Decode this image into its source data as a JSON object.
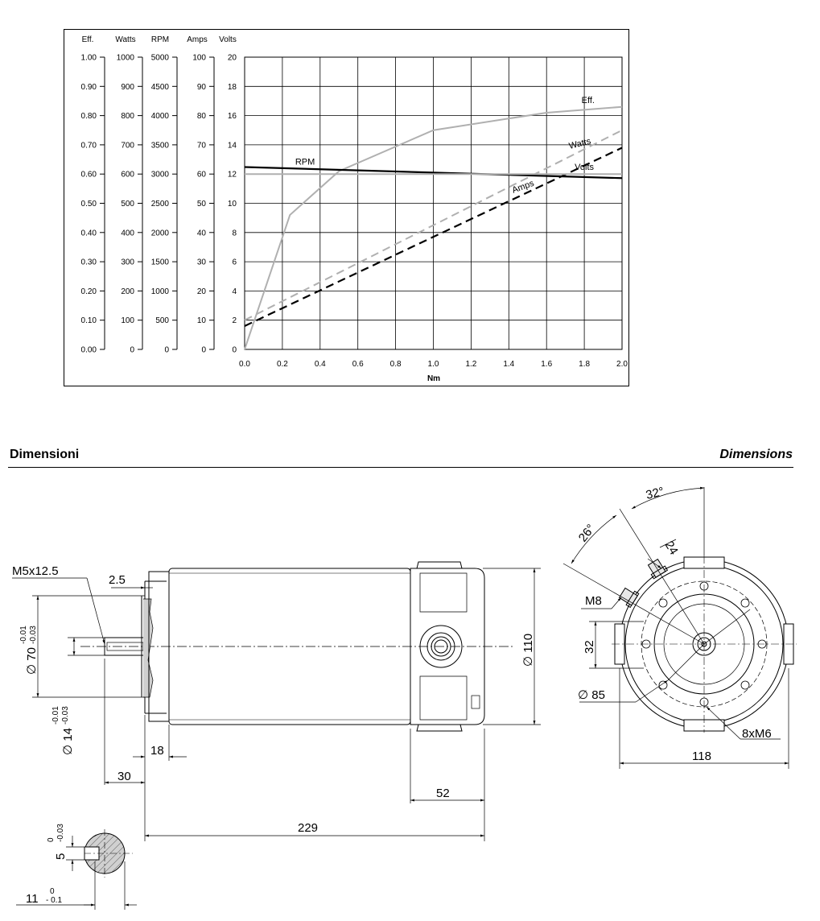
{
  "chart_data": {
    "type": "line",
    "xlabel": "Nm",
    "xlim": [
      0.0,
      2.0
    ],
    "x_ticks": [
      "0.0",
      "0.2",
      "0.4",
      "0.6",
      "0.8",
      "1.0",
      "1.2",
      "1.4",
      "1.6",
      "1.8",
      "2.0"
    ],
    "axes": [
      {
        "key": "eff",
        "label": "Eff.",
        "lim": [
          0,
          1.0
        ],
        "ticks": [
          "0.00",
          "0.10",
          "0.20",
          "0.30",
          "0.40",
          "0.50",
          "0.60",
          "0.70",
          "0.80",
          "0.90",
          "1.00"
        ]
      },
      {
        "key": "watts",
        "label": "Watts",
        "lim": [
          0,
          1000
        ],
        "ticks": [
          "0",
          "100",
          "200",
          "300",
          "400",
          "500",
          "600",
          "700",
          "800",
          "900",
          "1000"
        ]
      },
      {
        "key": "rpm",
        "label": "RPM",
        "lim": [
          0,
          5000
        ],
        "ticks": [
          "0",
          "500",
          "1000",
          "1500",
          "2000",
          "2500",
          "3000",
          "3500",
          "4000",
          "4500",
          "5000"
        ]
      },
      {
        "key": "amps",
        "label": "Amps",
        "lim": [
          0,
          100
        ],
        "ticks": [
          "0",
          "10",
          "20",
          "30",
          "40",
          "50",
          "60",
          "70",
          "80",
          "90",
          "100"
        ]
      },
      {
        "key": "volts",
        "label": "Volts",
        "lim": [
          0,
          20
        ],
        "ticks": [
          "0",
          "2",
          "4",
          "6",
          "8",
          "10",
          "12",
          "14",
          "16",
          "18",
          "20"
        ]
      }
    ],
    "grid": true,
    "series": [
      {
        "name": "Eff.",
        "axis": "eff",
        "color": "#b0b0b0",
        "dash": false,
        "x": [
          0.0,
          0.24,
          0.5,
          1.0,
          1.6,
          2.0
        ],
        "values": [
          0.0,
          0.46,
          0.61,
          0.75,
          0.81,
          0.83
        ]
      },
      {
        "name": "Watts",
        "axis": "watts",
        "color": "#b0b0b0",
        "dash": true,
        "x": [
          0.0,
          2.0
        ],
        "values": [
          100,
          750
        ]
      },
      {
        "name": "RPM",
        "axis": "rpm",
        "color": "#000000",
        "dash": false,
        "x": [
          0.0,
          2.0
        ],
        "values": [
          3120,
          2930
        ]
      },
      {
        "name": "Amps",
        "axis": "amps",
        "color": "#000000",
        "dash": true,
        "x": [
          0.0,
          2.0
        ],
        "values": [
          8,
          69
        ]
      },
      {
        "name": "Volts",
        "axis": "volts",
        "color": "#b0b0b0",
        "dash": false,
        "x": [
          0.0,
          2.0
        ],
        "values": [
          12,
          12
        ]
      }
    ]
  },
  "section": {
    "title_left": "Dimensioni",
    "title_right": "Dimensions"
  },
  "dimensions": {
    "shaft_thread": "M5x12.5",
    "flange_offset": "2.5",
    "pilot_dia": "∅ 70",
    "pilot_tol_upper": "-0.01",
    "pilot_tol_lower": "-0.03",
    "shaft_dia": "∅ 14",
    "shaft_tol_upper": "-0.01",
    "shaft_tol_lower": "-0.03",
    "pilot_length": "18",
    "shaft_length": "30",
    "body_height": "∅ 110",
    "box_length": "52",
    "total_length": "229",
    "key_width": "5",
    "key_tol_upper": "0",
    "key_tol_lower": "-0.03",
    "key_depth": "11",
    "key_depth_tol_upper": "0",
    "key_depth_tol_lower": "- 0.1",
    "angle_1": "32°",
    "angle_2": "26°",
    "terminal_offset": "24",
    "terminal_thread": "M8",
    "terminal_height": "32",
    "bolt_circle": "∅ 85",
    "mounting_holes": "8xM6",
    "end_width": "118"
  }
}
